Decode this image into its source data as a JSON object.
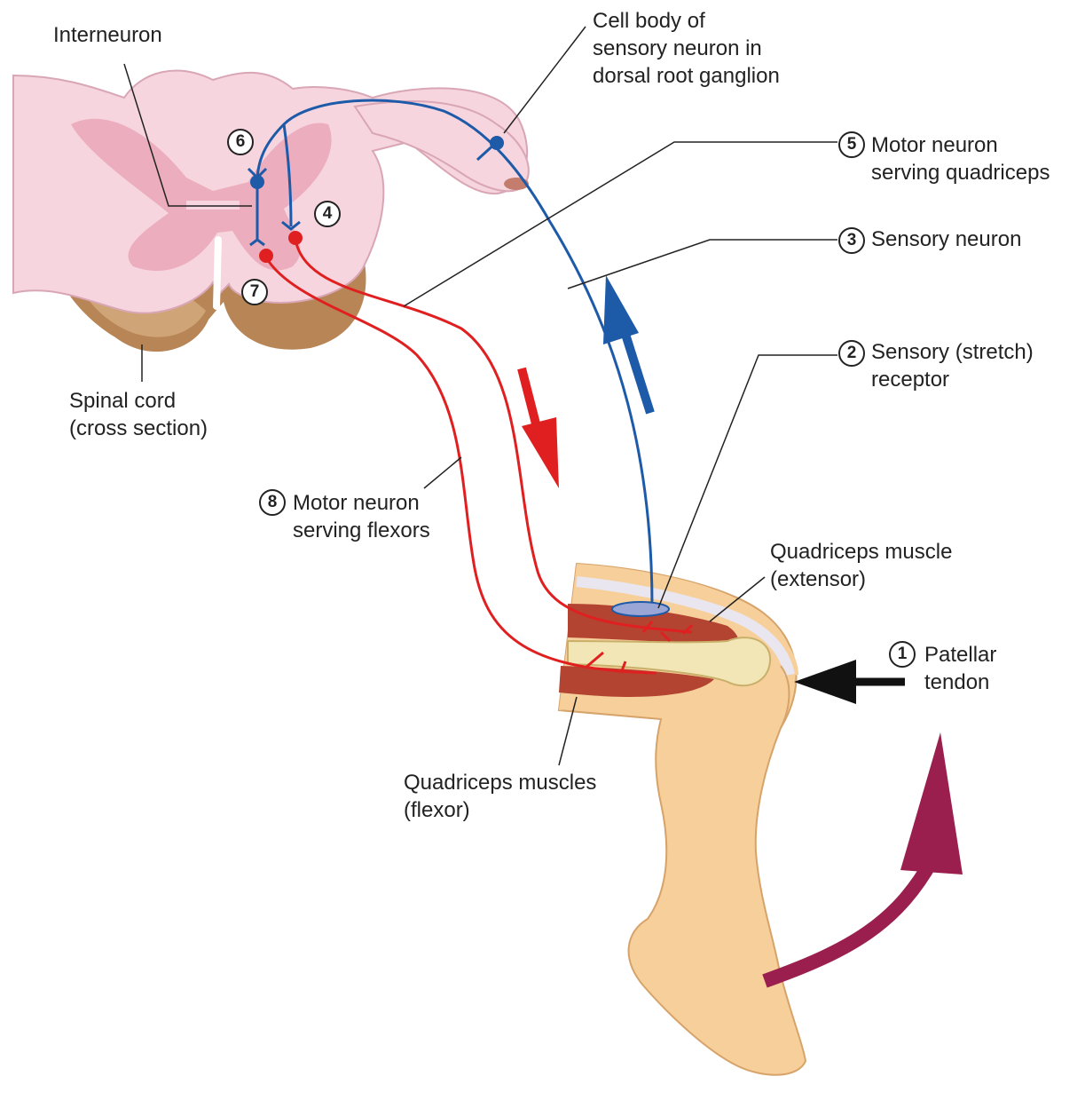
{
  "colors": {
    "sensory": "#1d5aa8",
    "motor": "#e02020",
    "cord_white": "#f6d5df",
    "cord_gray": "#ecaebe",
    "dorsal_root": "#b88556",
    "skin": "#f7cf9a",
    "muscle": "#b24431",
    "bone": "#f3e6b6",
    "reflex_arrow": "#9b1f4e"
  },
  "labels": {
    "interneuron": "Interneuron",
    "cell_body": [
      "Cell body of",
      "sensory neuron in",
      "dorsal root ganglion"
    ],
    "motor_quad": [
      "Motor neuron",
      "serving quadriceps"
    ],
    "sensory_neuron": "Sensory neuron",
    "stretch_receptor": [
      "Sensory (stretch)",
      "receptor"
    ],
    "spinal_cord": [
      "Spinal cord",
      "(cross section)"
    ],
    "motor_flexors": [
      "Motor neuron",
      "serving flexors"
    ],
    "quad_extensor": [
      "Quadriceps muscle",
      "(extensor)"
    ],
    "patellar": [
      "Patellar",
      "tendon"
    ],
    "quad_flexor": [
      "Quadriceps muscles",
      "(flexor)"
    ]
  },
  "steps": {
    "s1": "1",
    "s2": "2",
    "s3": "3",
    "s4": "4",
    "s5": "5",
    "s6": "6",
    "s7": "7",
    "s8": "8"
  }
}
